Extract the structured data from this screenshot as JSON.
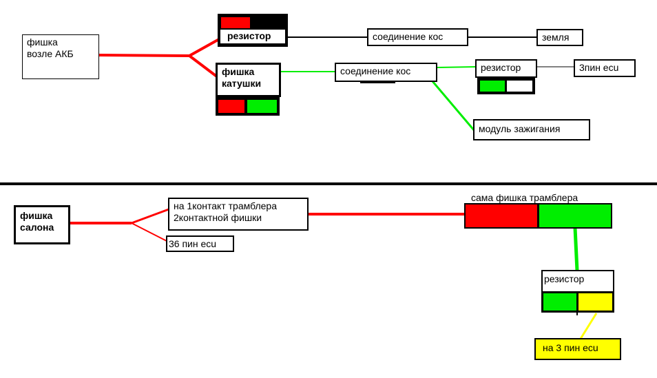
{
  "colors": {
    "red": "#ff0000",
    "green": "#00ee00",
    "yellow": "#ffff00",
    "gray": "#808080",
    "black": "#000000"
  },
  "top": {
    "battery_plug": "фишка\nвозле АКБ",
    "resistor_top": "резистор",
    "splice_black": "соединение кос",
    "ground": "земля",
    "coil_plug": "фишка\nкатушки",
    "splice_green": "соединение кос",
    "resistor_mid": "резистор",
    "ecu_pin3": "3пин ecu",
    "ignition_module": "модуль зажигания"
  },
  "bottom": {
    "cabin_plug": "фишка\nсалона",
    "distributor_contact": "на 1контакт трамблера\n2контактной фишки",
    "ecu_pin36": "36 пин ecu",
    "distributor_plug_label": "сама фишка трамблера",
    "resistor": "резистор",
    "to_ecu_pin3": "на 3 пин ecu"
  }
}
